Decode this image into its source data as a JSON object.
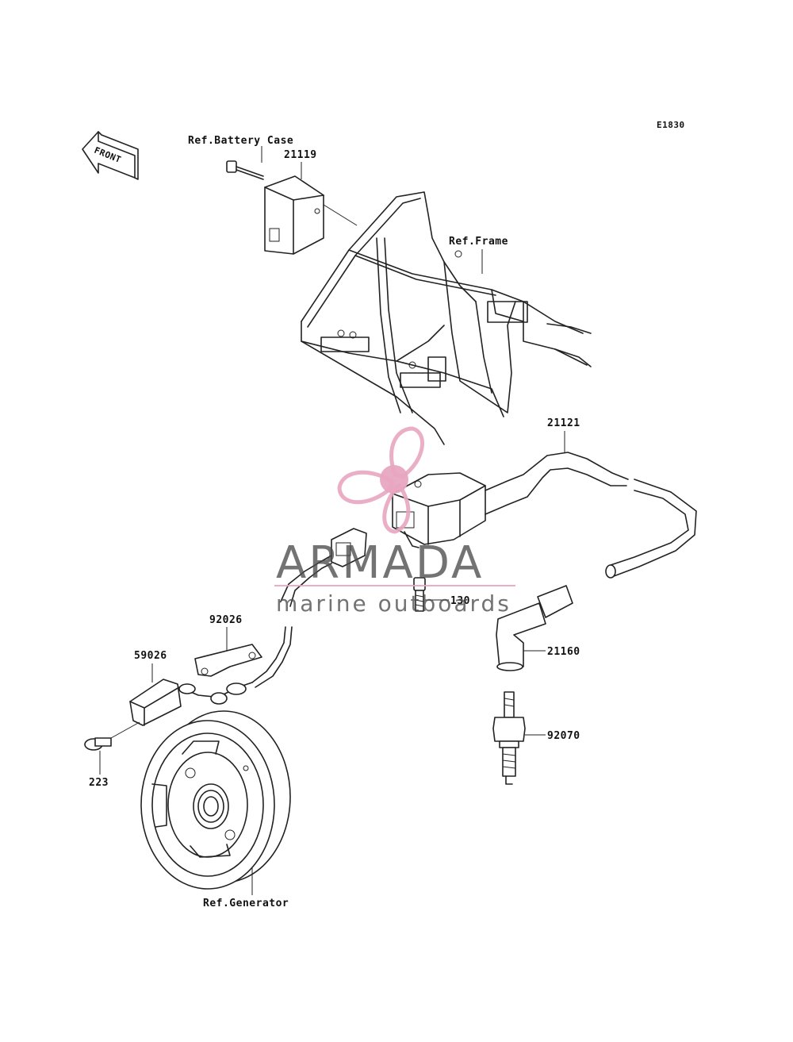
{
  "diagram": {
    "code": "E1830",
    "direction_label": "FRONT",
    "labels": {
      "battery_case": "Ref.Battery Case",
      "frame": "Ref.Frame",
      "generator": "Ref.Generator",
      "igniter": "21119",
      "ignition_coil": "21121",
      "bolt_130": "130",
      "plug_cap": "21160",
      "spark_plug": "92070",
      "clamp": "92026",
      "pickup_coil": "59026",
      "screw": "223"
    }
  },
  "watermark": {
    "brand": "ARMADA",
    "tagline": "marine outboards",
    "logo_color": "#e8a5c0"
  }
}
